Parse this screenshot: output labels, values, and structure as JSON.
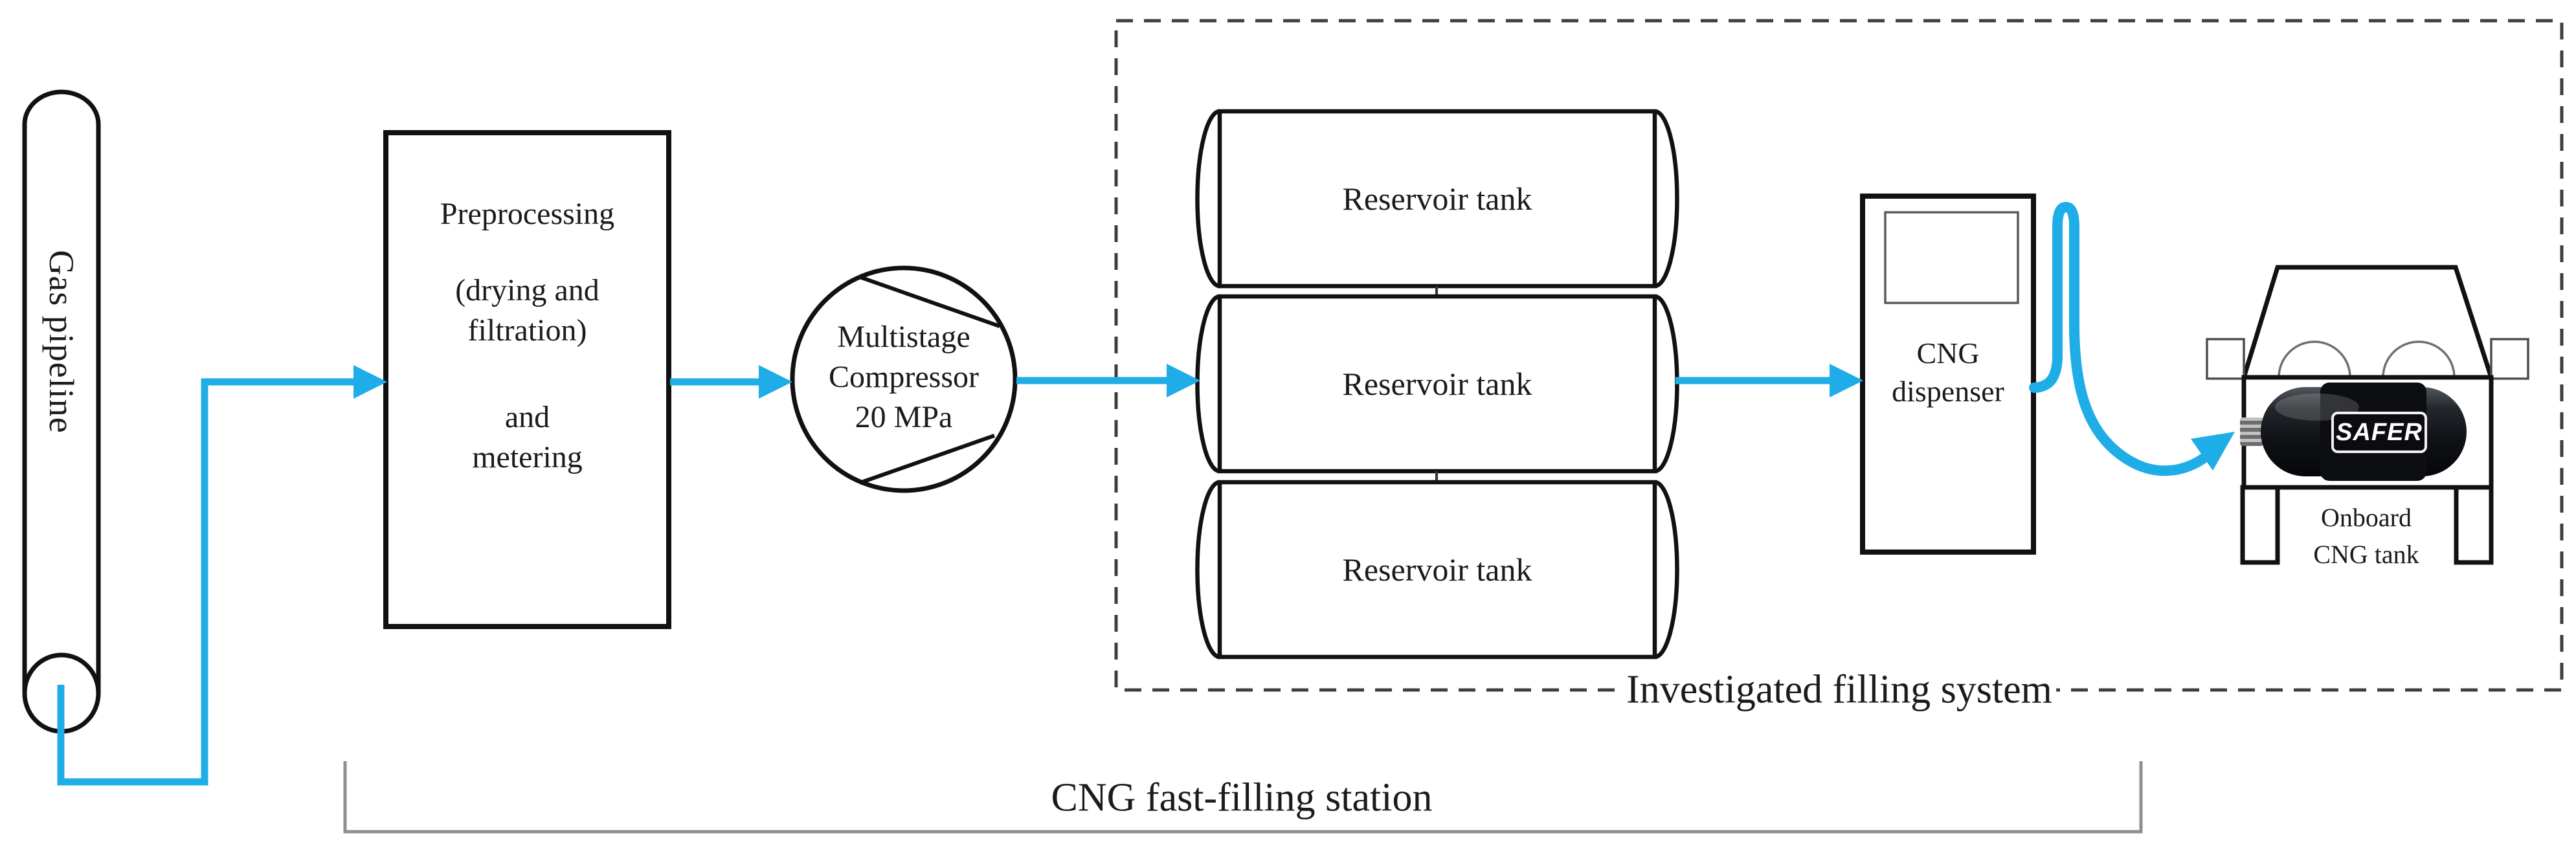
{
  "colors": {
    "flow_blue": "#1FADE8",
    "outline_black": "#111111",
    "dashed_border": "#3e3e3e",
    "bracket_gray": "#8f8f8f",
    "text": "#1b1b1b"
  },
  "pipeline": {
    "label": "Gas pipeline"
  },
  "preprocessing": {
    "title": "Preprocessing",
    "sub1": "(drying and",
    "sub2": "filtration)",
    "sub3": "and",
    "sub4": "metering"
  },
  "compressor": {
    "line1": "Multistage",
    "line2": "Compressor",
    "line3": "20 MPa"
  },
  "tanks": [
    "Reservoir tank",
    "Reservoir tank",
    "Reservoir tank"
  ],
  "dispenser": {
    "line1": "CNG",
    "line2": "dispenser"
  },
  "vehicle": {
    "tank_brand": "SAFER",
    "caption1": "Onboard",
    "caption2": "CNG tank"
  },
  "captions": {
    "investigated": "Investigated filling system",
    "station": "CNG fast-filling station"
  }
}
